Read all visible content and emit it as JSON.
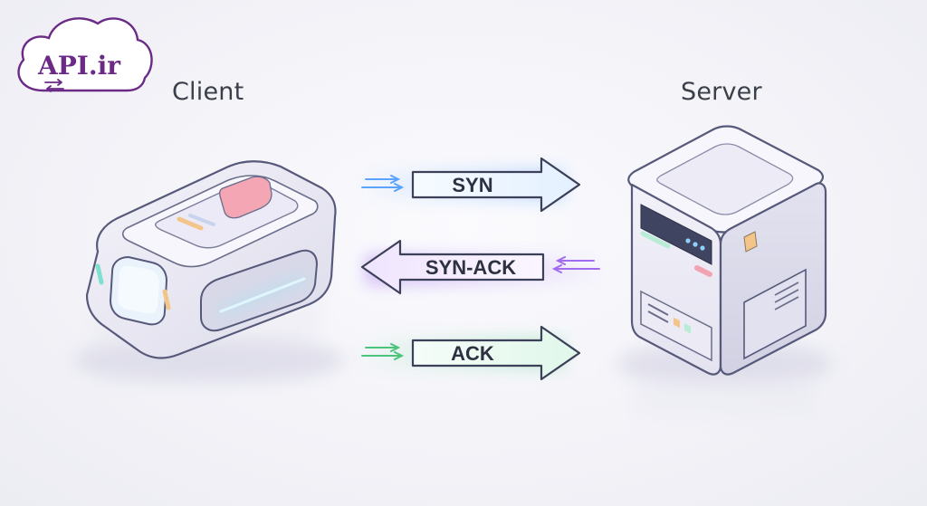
{
  "logo": {
    "text": "API.ir",
    "color": "#6a2a86"
  },
  "nodes": {
    "client": {
      "label": "Client",
      "icon": "client-device-icon"
    },
    "server": {
      "label": "Server",
      "icon": "server-icon"
    }
  },
  "handshake": {
    "steps": [
      {
        "label": "SYN",
        "direction": "client-to-server",
        "color": "#5aa3ff"
      },
      {
        "label": "SYN-ACK",
        "direction": "server-to-client",
        "color": "#a26cf0"
      },
      {
        "label": "ACK",
        "direction": "client-to-server",
        "color": "#5fd38f"
      }
    ]
  }
}
